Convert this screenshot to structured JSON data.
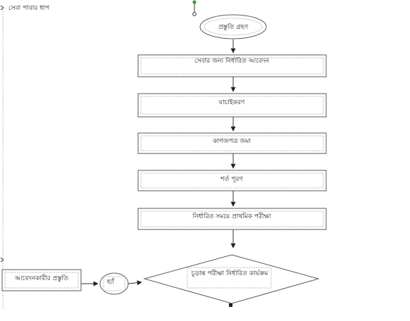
{
  "diagram": {
    "top_left_label": "সেবা পাবার ধাপ",
    "start_node": "প্রস্তুতি গ্রহণ",
    "steps": [
      "সেবার জন্য নির্ধারিত আবেদন",
      "যাচাইকরণ",
      "কাগজপত্র জমা",
      "শর্ত পূরণ",
      "নির্ধারিত সময়ে প্রাথমিক পরীক্ষা"
    ],
    "decision": "চূড়ান্ত পরীক্ষা নির্ধারিত কার্যক্রম",
    "side_box": "আবেদনকারীর প্রস্তুতি",
    "side_small": "হ্যাঁ"
  },
  "colors": {
    "start_dot": "#2e9e3a",
    "line": "#333333",
    "border": "#5a5a5a"
  }
}
